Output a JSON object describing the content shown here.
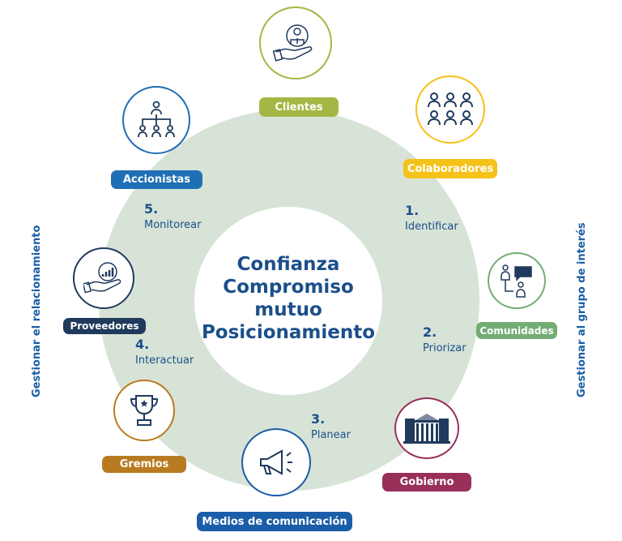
{
  "center": {
    "lines": [
      "Confianza",
      "Compromiso",
      "mutuo",
      "Posicionamiento"
    ]
  },
  "steps": [
    {
      "num": "1.",
      "label": "Identificar"
    },
    {
      "num": "2.",
      "label": "Priorizar"
    },
    {
      "num": "3.",
      "label": "Planear"
    },
    {
      "num": "4.",
      "label": "Interactuar"
    },
    {
      "num": "5.",
      "label": "Monitorear"
    }
  ],
  "stakeholders": [
    {
      "label": "Clientes",
      "icon": "hand-holding-person-icon",
      "color": "#a3b844"
    },
    {
      "label": "Colaboradores",
      "icon": "group-people-icon",
      "color": "#f5c21a"
    },
    {
      "label": "Comunidades",
      "icon": "people-conversation-icon",
      "color": "#74ad74"
    },
    {
      "label": "Gobierno",
      "icon": "government-building-icon",
      "color": "#98305a"
    },
    {
      "label": "Medios de comunicación",
      "icon": "megaphone-icon",
      "color": "#1a5da8"
    },
    {
      "label": "Gremios",
      "icon": "trophy-icon",
      "color": "#b97b22"
    },
    {
      "label": "Proveedores",
      "icon": "hand-chart-icon",
      "color": "#1f3a5c"
    },
    {
      "label": "Accionistas",
      "icon": "org-chart-icon",
      "color": "#1f6fb5"
    }
  ],
  "side_labels": {
    "left": "Gestionar el relacionamiento",
    "right": "Gestionar  al grupo de interés"
  },
  "colors": {
    "ring": "#d7e3d6",
    "text": "#1b4f8a",
    "icon": "#1f3a5c"
  }
}
